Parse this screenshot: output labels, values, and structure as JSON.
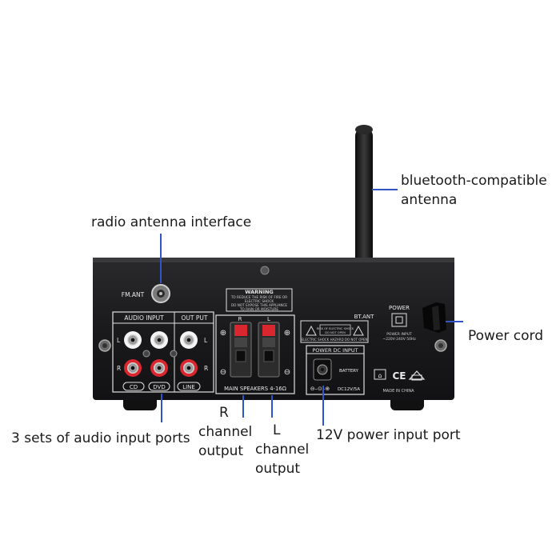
{
  "callouts": {
    "bt_antenna_line1": "bluetooth-compatible",
    "bt_antenna_line2": "antenna",
    "radio_antenna": "radio antenna interface",
    "power_cord": "Power cord",
    "audio_inputs": "3 sets of audio input ports",
    "r_output_line1": "R",
    "r_output_line2": "channel",
    "r_output_line3": "output",
    "l_output_line1": "L",
    "l_output_line2": "channel",
    "l_output_line3": "output",
    "dc_input": "12V power input port"
  },
  "panel": {
    "fm_ant": "FM.ANT",
    "bt_ant": "BT.ANT",
    "audio_input_title": "AUDIO INPUT",
    "out_put_title": "OUT PUT",
    "ch_l": "L",
    "ch_r": "R",
    "cd": "CD",
    "dvd": "DVD",
    "line": "LINE",
    "warning_title": "WARNING",
    "warning_line1": "TO REDUCE THE RISK OF FIRE OR",
    "warning_line2": "ELECTRIC SHOCK",
    "warning_line3": "DO NOT EXPOSE THIS APPLIANCE",
    "warning_line4": "TO RAIN OR MOISTURE",
    "spk_r": "R",
    "spk_l": "L",
    "main_speakers": "MAIN SPEAKERS 4-16Ω",
    "shock_text1": "RISK OF ELECTRIC SHOCK",
    "shock_text2": "DO NOT OPEN",
    "shock_hazard": "ELECTRIC SHOCK HAZARD DO NOT OPEN",
    "power_dc_input": "POWER DC INPUT",
    "dc_rating": "DC12V/5A",
    "battery": "BATTERY",
    "power_label": "POWER",
    "power_input_line1": "POWER INPUT",
    "power_input_line2": "~220V-240V 50Hz",
    "made_in_china": "MADE IN CHINA",
    "ce_mark": "CE"
  },
  "colors": {
    "callout_line": "#2f55c9",
    "chassis": "#1c1c1e",
    "panel_text": "#e8e8e8",
    "terminal_red": "#d8272e"
  }
}
